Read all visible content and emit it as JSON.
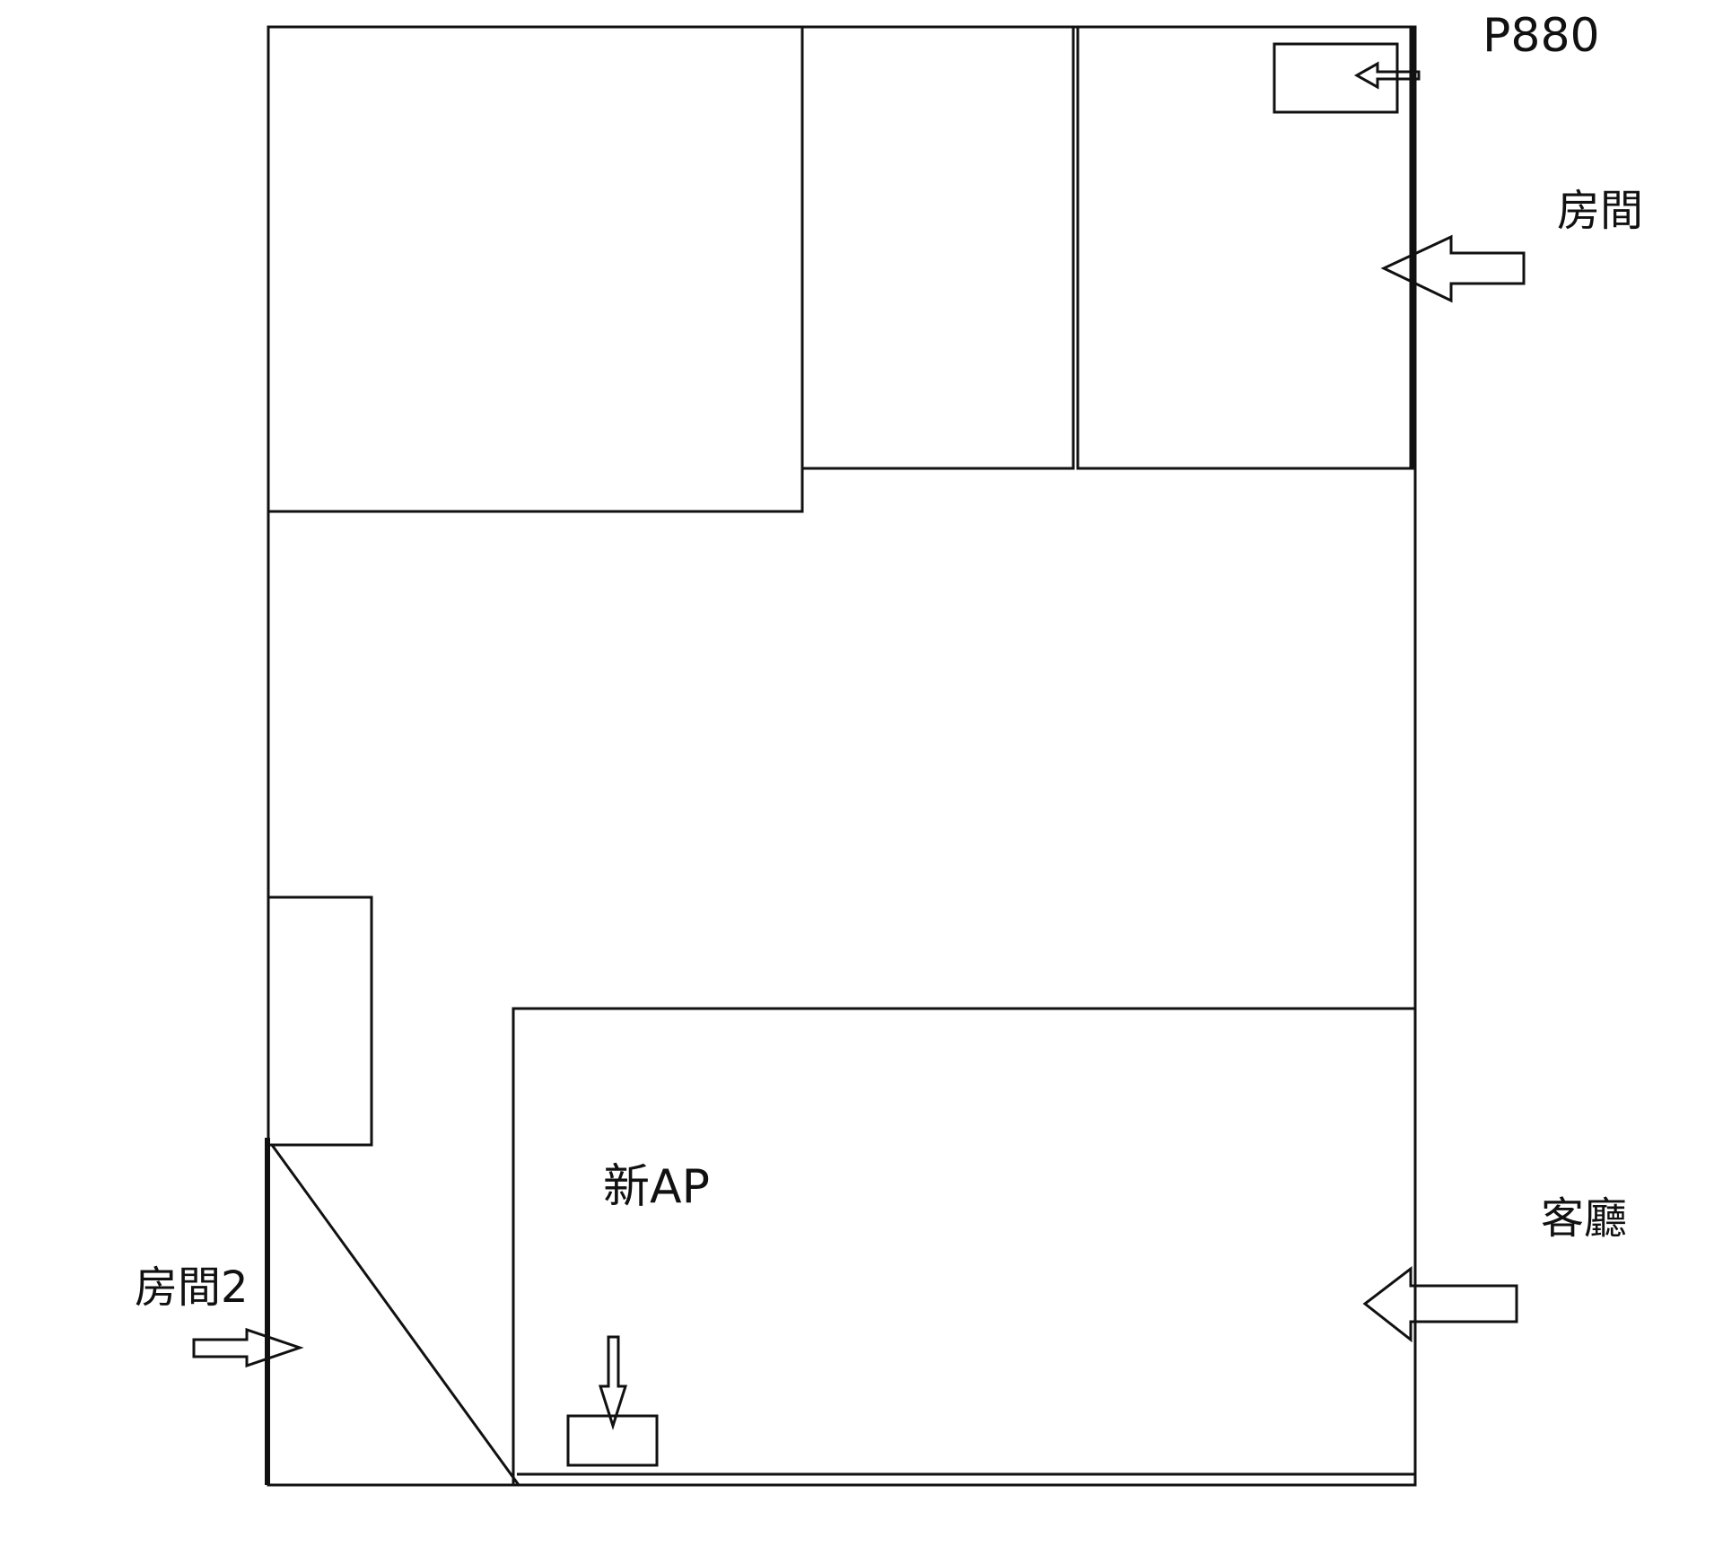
{
  "labels": {
    "p880": "P880",
    "room": "房間",
    "room2": "房間2",
    "new_ap": "新AP",
    "living_room": "客廳"
  },
  "colors": {
    "line": "#111111",
    "background": "#ffffff"
  }
}
